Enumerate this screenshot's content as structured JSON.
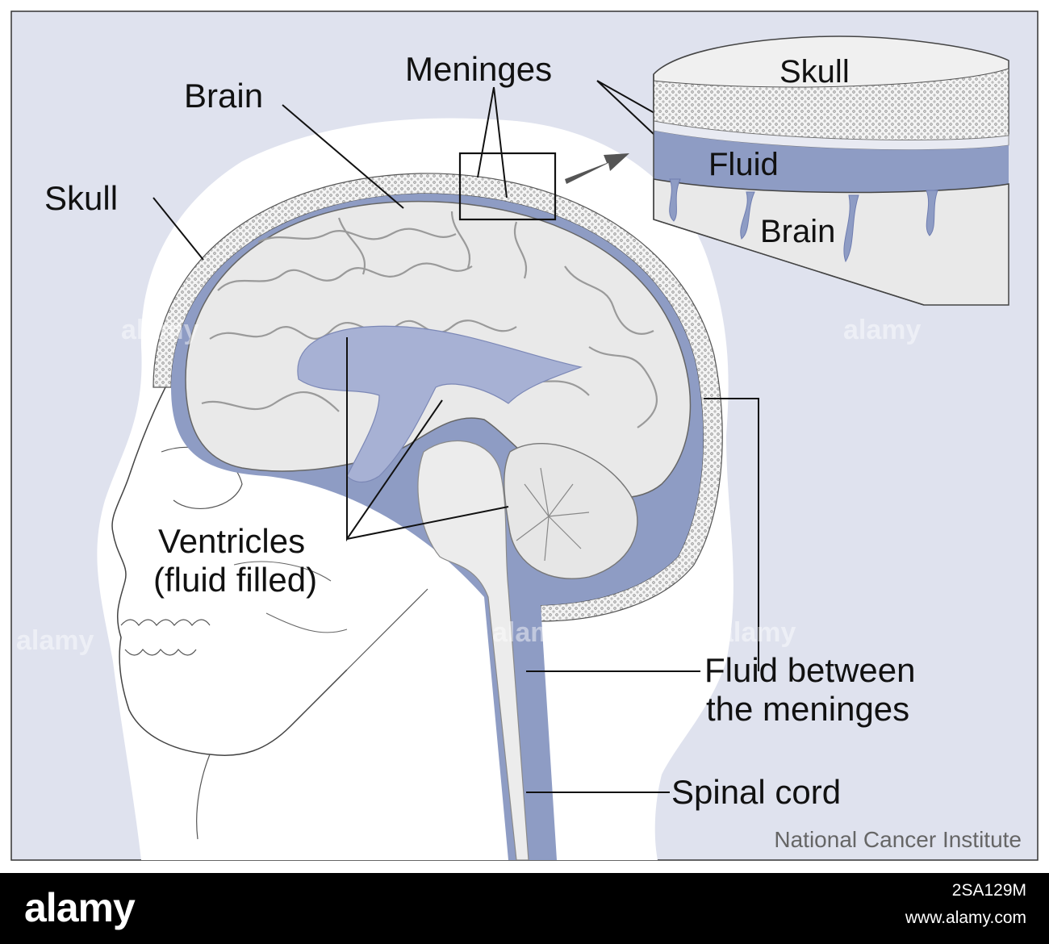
{
  "labels": {
    "meninges": "Meninges",
    "brain": "Brain",
    "skull": "Skull",
    "ventricles_line1": "Ventricles",
    "ventricles_line2": "(fluid filled)",
    "fluid_between_line1": "Fluid between",
    "fluid_between_line2": "the meninges",
    "spinal_cord": "Spinal cord"
  },
  "inset": {
    "skull": "Skull",
    "fluid": "Fluid",
    "brain": "Brain"
  },
  "credit": "National Cancer Institute",
  "watermark": "alamy",
  "footer": {
    "logo": "alamy",
    "image_id": "2SA129M",
    "site": "www.alamy.com"
  },
  "colors": {
    "background": "#dfe2ee",
    "fluid": "#8e9cc4",
    "brain": "#e9e9e9",
    "footer": "#000000"
  }
}
